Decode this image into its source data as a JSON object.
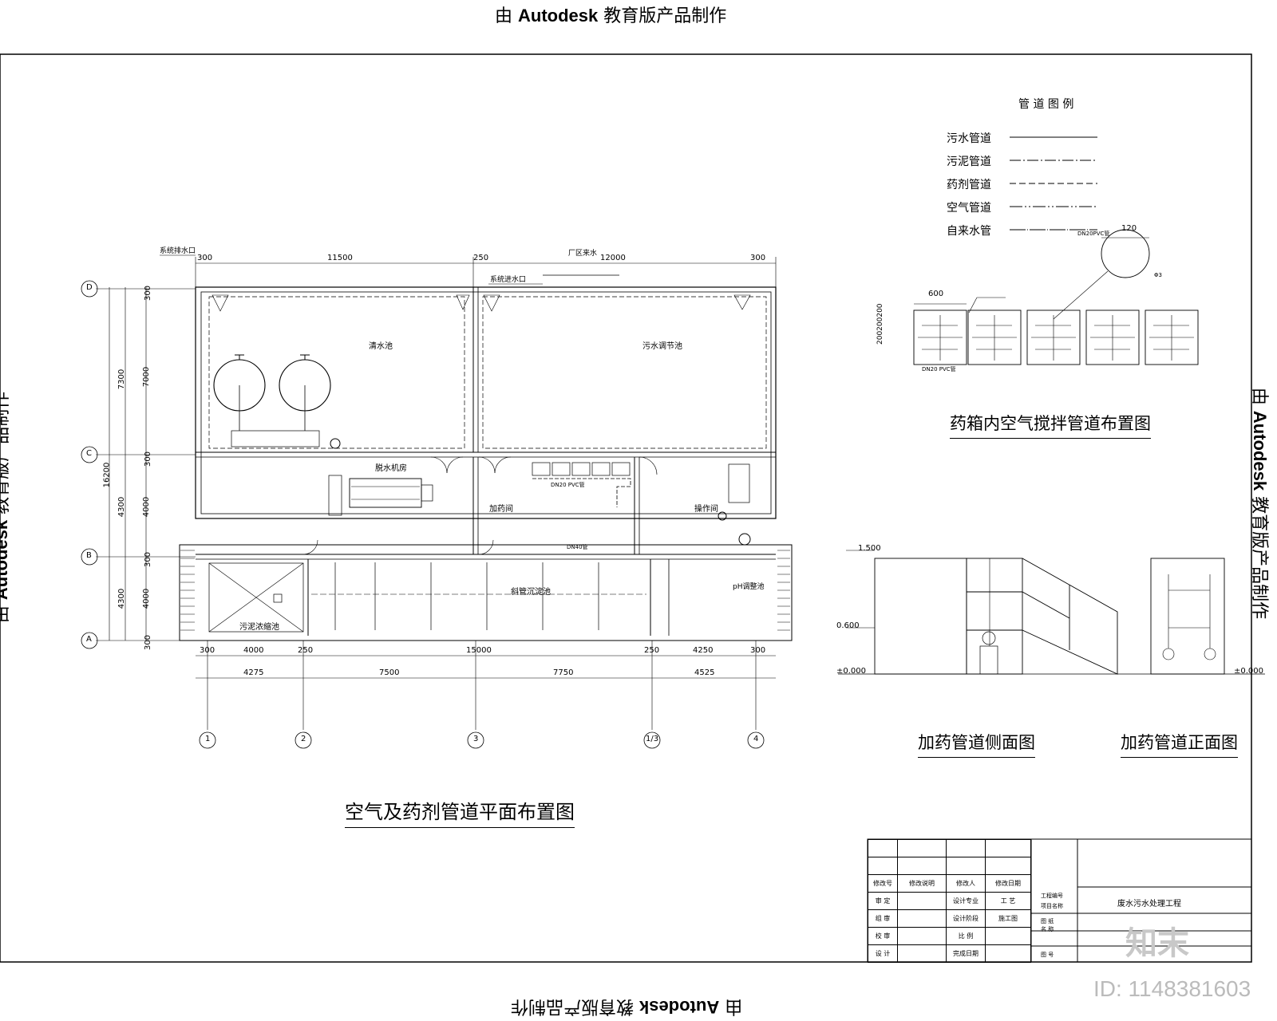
{
  "edu_label": {
    "prefix": "由 ",
    "brand": "Autodesk",
    "suffix": " 教育版产品制作"
  },
  "main_title": "空气及药剂管道平面布置图",
  "legend": {
    "title": "管 道 图 例",
    "items": [
      "污水管道",
      "污泥管道",
      "药剂管道",
      "空气管道",
      "自来水管"
    ]
  },
  "air_layout_title": "药箱内空气搅拌管道布置图",
  "air_layout_labels": {
    "dim600": "600",
    "dim120": "120",
    "dn": "DN20PVC管",
    "dims_left": "200200200",
    "phi": "Φ3",
    "dn_bottom": "DN20 PVC管"
  },
  "side_view_title": "加药管道侧面图",
  "front_view_title": "加药管道正面图",
  "elevations": [
    "1.500",
    "0.600",
    "±0.000",
    "±0.000"
  ],
  "plan": {
    "top_dims": [
      "300",
      "11500",
      "250",
      "12000",
      "300"
    ],
    "bottom_dims_1": [
      "300",
      "4000",
      "250",
      "15000",
      "250",
      "4250",
      "300"
    ],
    "bottom_dims_2": [
      "4275",
      "7500",
      "7750",
      "4525"
    ],
    "left_dims_outer": [
      "7300",
      "16200",
      "4300",
      "4300"
    ],
    "left_dims_inner": [
      "300",
      "7000",
      "300",
      "4000",
      "300",
      "4000",
      "300"
    ],
    "axis_rows": [
      "D",
      "C",
      "B",
      "A"
    ],
    "axis_cols": [
      "1",
      "2",
      "3",
      "1/3",
      "4"
    ],
    "annotations": [
      "系统排水口",
      "厂区来水",
      "系统进水口",
      "DN40管",
      "DN20 PVC管"
    ],
    "rooms": [
      "清水池",
      "污水调节池",
      "脱水机房",
      "加药间",
      "操作间",
      "斜管沉淀池",
      "污泥浓缩池",
      "pH调整池"
    ]
  },
  "title_block": {
    "r1": [
      "修改号",
      "修改说明",
      "修改人",
      "修改日期"
    ],
    "r2": [
      "审 定",
      "",
      "设计专业",
      "工 艺"
    ],
    "r3": [
      "组 审",
      "",
      "设计阶段",
      "施工图"
    ],
    "r4": [
      "校 审",
      "",
      "比 例",
      ""
    ],
    "r5": [
      "设 计",
      "",
      "完成日期",
      ""
    ],
    "side": [
      "工程编号",
      "项目名称",
      "图 纸",
      "名 称",
      "图 号"
    ],
    "project": "废水污水处理工程"
  },
  "watermark": {
    "id_text": "ID: 1148381603",
    "logo_text": "知末"
  }
}
